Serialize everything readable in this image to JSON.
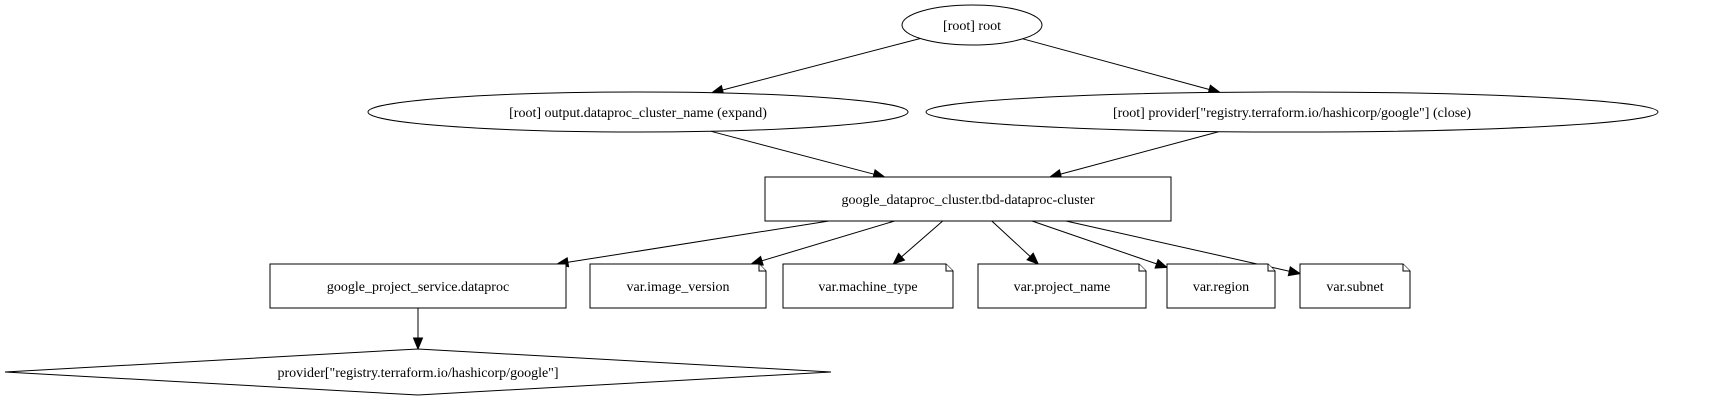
{
  "graph": {
    "nodes": [
      {
        "id": "root",
        "label": "[root] root",
        "shape": "ellipse"
      },
      {
        "id": "output_name",
        "label": "[root] output.dataproc_cluster_name (expand)",
        "shape": "ellipse"
      },
      {
        "id": "provider_close",
        "label": "[root] provider[\"registry.terraform.io/hashicorp/google\"] (close)",
        "shape": "ellipse"
      },
      {
        "id": "cluster",
        "label": "google_dataproc_cluster.tbd-dataproc-cluster",
        "shape": "box"
      },
      {
        "id": "project_service",
        "label": "google_project_service.dataproc",
        "shape": "box"
      },
      {
        "id": "image_version",
        "label": "var.image_version",
        "shape": "note"
      },
      {
        "id": "machine_type",
        "label": "var.machine_type",
        "shape": "note"
      },
      {
        "id": "project_name",
        "label": "var.project_name",
        "shape": "note"
      },
      {
        "id": "region",
        "label": "var.region",
        "shape": "note"
      },
      {
        "id": "subnet",
        "label": "var.subnet",
        "shape": "note"
      },
      {
        "id": "provider",
        "label": "provider[\"registry.terraform.io/hashicorp/google\"]",
        "shape": "diamond"
      }
    ],
    "edges": [
      {
        "from": "root",
        "to": "output_name"
      },
      {
        "from": "root",
        "to": "provider_close"
      },
      {
        "from": "output_name",
        "to": "cluster"
      },
      {
        "from": "provider_close",
        "to": "cluster"
      },
      {
        "from": "cluster",
        "to": "project_service"
      },
      {
        "from": "cluster",
        "to": "image_version"
      },
      {
        "from": "cluster",
        "to": "machine_type"
      },
      {
        "from": "cluster",
        "to": "project_name"
      },
      {
        "from": "cluster",
        "to": "region"
      },
      {
        "from": "cluster",
        "to": "subnet"
      },
      {
        "from": "project_service",
        "to": "provider"
      }
    ]
  }
}
